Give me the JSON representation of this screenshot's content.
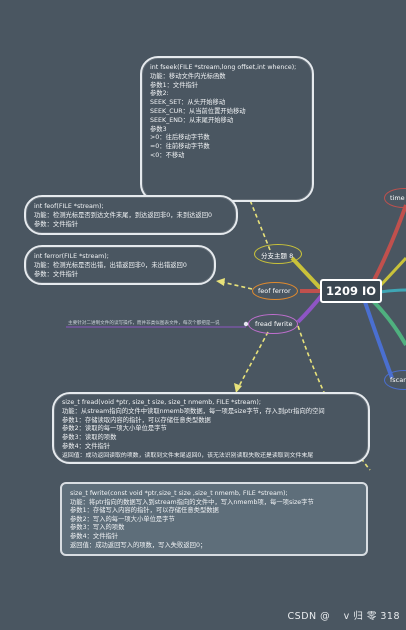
{
  "central": {
    "title": "1209 IO"
  },
  "branches": {
    "topic8": "分支主题 8",
    "feof_ferror": "feof  ferror",
    "fread_fwrite": "fread  fwrite",
    "time_partial": "time",
    "fscan_partial": "fscan"
  },
  "note_fread": "主要针对二进制文件的读写操作，而并非类似图表文件，每次个都把是一说",
  "fseek_box": {
    "lines": [
      "int  fseek(FILE  *stream,long offset,int whence);",
      "功能：移动文件内光标函数",
      "参数1：文件指针",
      "  参数2:",
      "SEEK_SET：从头开始移动",
      "SEEK_CUR：从当前位置开始移动",
      "SEEK_END：从末尾开始移动",
      "  参数3",
      ">0：往后移动字节数",
      "=0：往前移动字节数",
      "<0：不移动"
    ]
  },
  "feof_box": {
    "lines": [
      "int  feof(FILE *stream);",
      "功能：检测光标是否到达文件末尾，到达返回非0，未到达返回0",
      "参数：文件指针"
    ]
  },
  "ferror_box": {
    "lines": [
      "int  ferror(FILE *stream);",
      "功能：检测光标是否出错，出错返回非0，未出错返回0",
      "参数：文件指针"
    ]
  },
  "fread_box": {
    "lines": [
      "size_t  fread(void *ptr,  size_t size,  size_t nmemb,   FILE *stream);",
      "功能：从stream指向的文件中读取nmemb项数据，每一项是size字节，存入到ptr指向的空间",
      "参数1：存储读取内容的指针，可以存储任意类型数据",
      "参数2：读取的每一项大小单位是字节",
      "参数3：读取的项数",
      "参数4：文件指针",
      "返回值：成功返回读取的项数，读取到文件末尾返回0，该无法识别读取失败还是读取到文件末尾"
    ]
  },
  "fwrite_box": {
    "lines": [
      "size_t  fwrite(const void *ptr,size_t size ,size_t nmemb, FILE *stream);",
      "功能：将ptr指向的数据写入到stream指向的文件中，写入nmemb项，每一项size字节",
      "参数1：存储写入内容的指针，可以存储任意类型数据",
      "参数2：写入的每一项大小单位是字节",
      "参数3：写入的项数",
      "参数4：文件指针",
      "返回值：成功返回写入的项数，写入失败返回0；"
    ]
  },
  "watermark": "CSDN @ 　v  归 零  318",
  "colors": {
    "background": "#4a5661",
    "dashed_connector": "#e8e27a",
    "branch_yellow": "#c9c23a",
    "branch_red": "#c0504d",
    "branch_purple": "#8e55c4",
    "branch_blue": "#4a6fd0",
    "branch_green": "#4fb07f",
    "orange_ferror": "#e08a2e",
    "pink_fwrite": "#c06fcf"
  }
}
